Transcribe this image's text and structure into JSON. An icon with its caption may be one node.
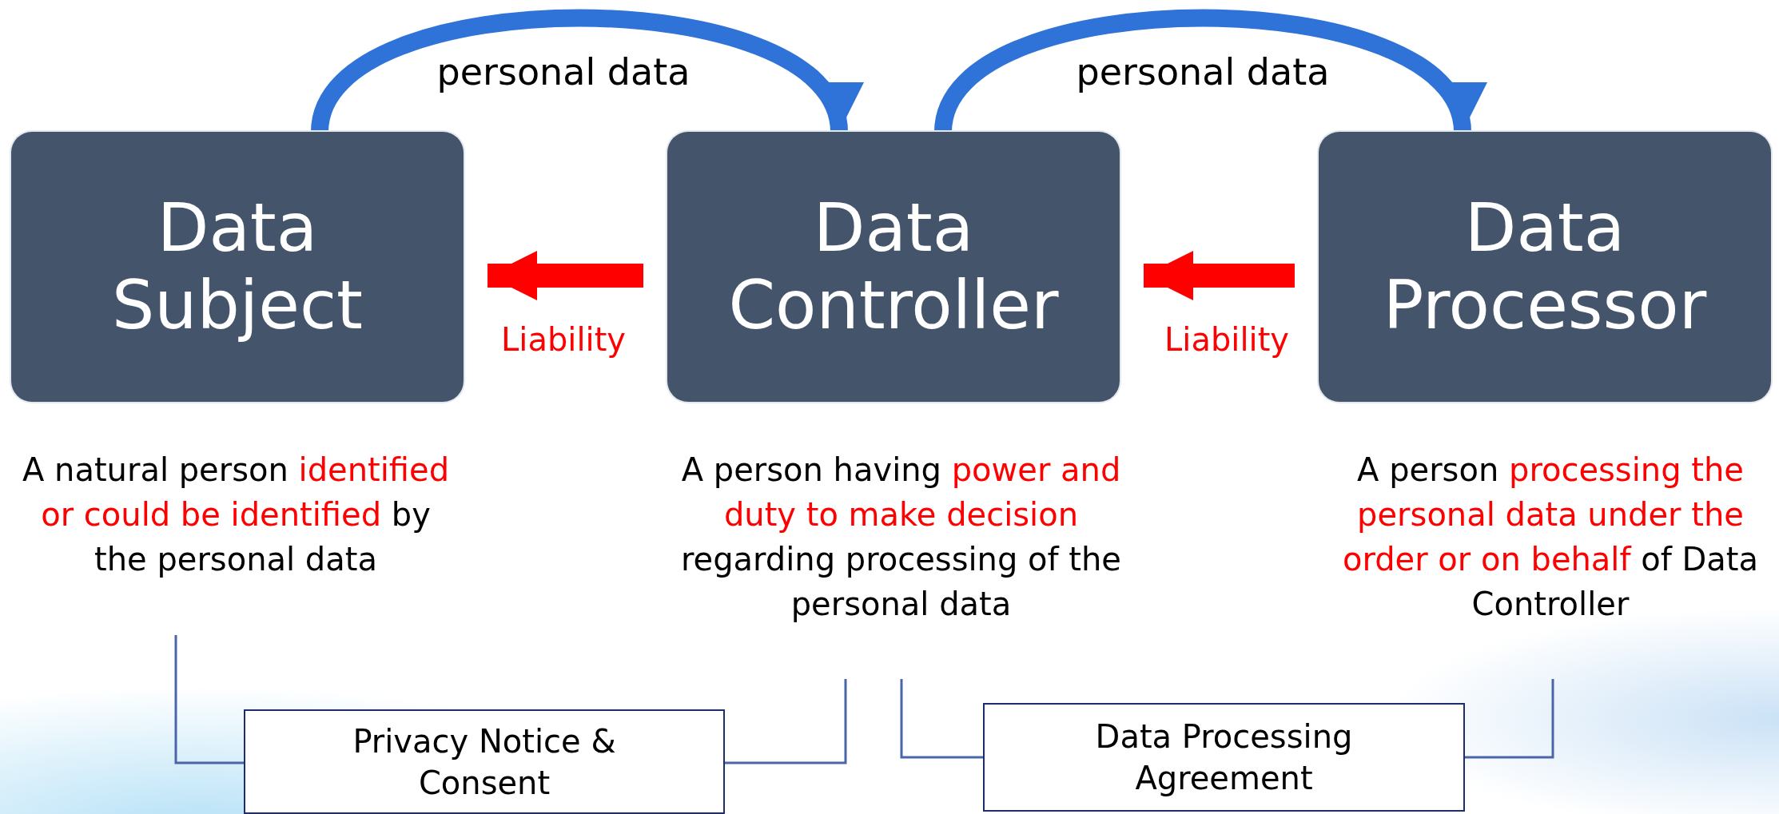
{
  "diagram": {
    "nodes": [
      {
        "text": [
          "Data Subject"
        ]
      },
      {
        "text": [
          "Data Controller"
        ]
      },
      {
        "text": [
          "Data Processor"
        ]
      },
      {
        "text": [
          "A natural person **identified or could be identified** by the personal data"
        ]
      },
      {
        "text": [
          "A person having **power and duty to make decision** regarding processing of the personal data"
        ]
      },
      {
        "text": [
          "A person **processing the personal data under the order or on behalf** of Data Controller"
        ]
      },
      {
        "text": [
          "Privacy Notice & Consent"
        ]
      },
      {
        "text": [
          "Data Processing Agreement"
        ]
      }
    ],
    "edges": [
      {
        "from": 0,
        "to": 1,
        "arrow": "to",
        "label": "personal data",
        "style": "thick",
        "color": "#2f72d8"
      },
      {
        "from": 1,
        "to": 2,
        "arrow": "to",
        "label": "personal data",
        "style": "thick",
        "color": "#2f72d8"
      },
      {
        "from": 1,
        "to": 0,
        "arrow": "to",
        "label": "Liability",
        "style": "thick",
        "color": "#ff0000"
      },
      {
        "from": 2,
        "to": 1,
        "arrow": "to",
        "label": "Liability",
        "style": "thick",
        "color": "#ff0000"
      },
      {
        "from": 3,
        "to": 6,
        "arrow": "none"
      },
      {
        "from": 6,
        "to": 4,
        "arrow": "none"
      },
      {
        "from": 4,
        "to": 7,
        "arrow": "none"
      },
      {
        "from": 7,
        "to": 5,
        "arrow": "none"
      }
    ]
  }
}
